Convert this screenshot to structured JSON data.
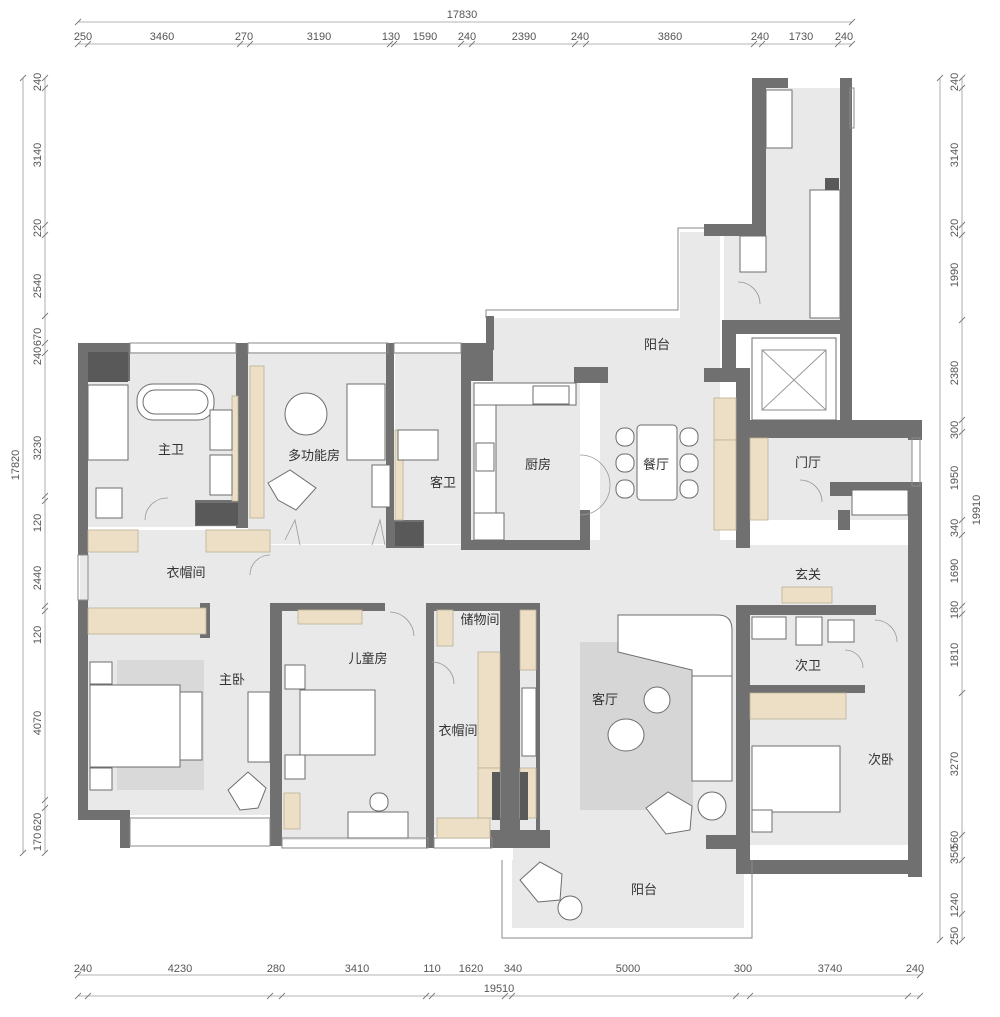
{
  "title": "",
  "dimensions": {
    "top_total": "17830",
    "top": [
      "250",
      "3460",
      "270",
      "3190",
      "130",
      "1590",
      "240",
      "2390",
      "240",
      "3860",
      "240",
      "1730",
      "240"
    ],
    "bottom_total": "19510",
    "bottom": [
      "240",
      "4230",
      "280",
      "3410",
      "110",
      "1620",
      "340",
      "5000",
      "300",
      "3740",
      "240"
    ],
    "left_total": "17820",
    "left": [
      "240",
      "3140",
      "220",
      "2540",
      "670",
      "240",
      "3230",
      "120",
      "2440",
      "120",
      "4070",
      "170",
      "620"
    ],
    "right_total": "19910",
    "right": [
      "240",
      "3140",
      "220",
      "1990",
      "2380",
      "300",
      "1950",
      "340",
      "1690",
      "180",
      "1810",
      "3270",
      "350",
      "560",
      "1240",
      "250"
    ]
  },
  "rooms": {
    "master_bath": "主卫",
    "multi_room": "多功能房",
    "guest_bath": "客卫",
    "kitchen": "厨房",
    "dining": "餐厅",
    "balcony_top": "阳台",
    "foyer": "门厅",
    "cloakroom_left": "衣帽间",
    "entrance": "玄关",
    "master_bedroom": "主卧",
    "kids_room": "儿童房",
    "storage": "储物间",
    "cloakroom_mid": "衣帽间",
    "living_room": "客厅",
    "second_bath": "次卫",
    "second_bedroom": "次卧",
    "balcony_bottom": "阳台"
  },
  "colors": {
    "wall": "#707070",
    "floor": "#e9e9e9",
    "wood": "#ecdfc6",
    "rug": "#d9d9d9"
  }
}
